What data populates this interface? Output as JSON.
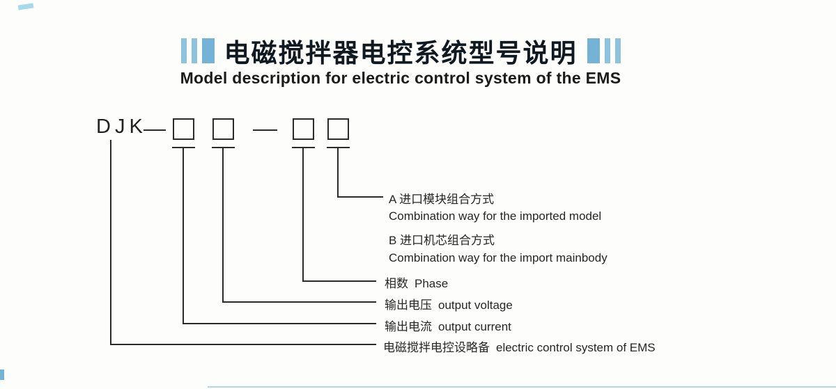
{
  "title": {
    "zh": "电磁搅拌器电控系统型号说明",
    "en": "Model description for electric control system of the EMS"
  },
  "model": {
    "prefix": "DJK",
    "box_count": 4
  },
  "callouts": [
    {
      "zh": "A 进口模块组合方式",
      "en": "Combination way for the imported model"
    },
    {
      "zh": "B 进口机芯组合方式",
      "en": "Combination way for the import mainbody"
    },
    {
      "zh": "相数",
      "en": "Phase"
    },
    {
      "zh": "输出电压",
      "en": "output voltage"
    },
    {
      "zh": "输出电流",
      "en": "output current"
    },
    {
      "zh": "电磁搅拌电控设略备",
      "en": "electric control system of EMS"
    }
  ],
  "colors": {
    "accent_blue": "#7fb9da",
    "line": "#2b2b2b",
    "text": "#1e1e1e",
    "background": "#fdfdfb"
  }
}
